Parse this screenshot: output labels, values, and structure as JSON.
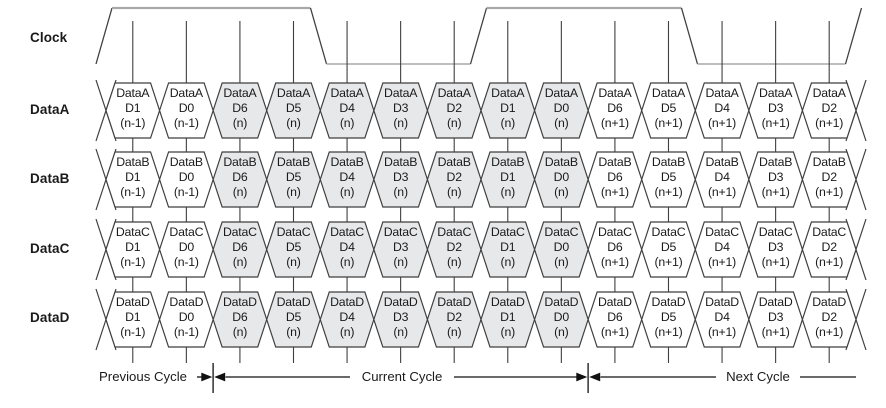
{
  "clock": {
    "label": "Clock"
  },
  "signals": [
    {
      "name": "DataA"
    },
    {
      "name": "DataB"
    },
    {
      "name": "DataC"
    },
    {
      "name": "DataD"
    }
  ],
  "bit_pattern": [
    {
      "bit": "D1",
      "cycle": "(n-1)",
      "highlight": false
    },
    {
      "bit": "D0",
      "cycle": "(n-1)",
      "highlight": false
    },
    {
      "bit": "D6",
      "cycle": "(n)",
      "highlight": true
    },
    {
      "bit": "D5",
      "cycle": "(n)",
      "highlight": true
    },
    {
      "bit": "D4",
      "cycle": "(n)",
      "highlight": true
    },
    {
      "bit": "D3",
      "cycle": "(n)",
      "highlight": true
    },
    {
      "bit": "D2",
      "cycle": "(n)",
      "highlight": true
    },
    {
      "bit": "D1",
      "cycle": "(n)",
      "highlight": true
    },
    {
      "bit": "D0",
      "cycle": "(n)",
      "highlight": true
    },
    {
      "bit": "D6",
      "cycle": "(n+1)",
      "highlight": false
    },
    {
      "bit": "D5",
      "cycle": "(n+1)",
      "highlight": false
    },
    {
      "bit": "D4",
      "cycle": "(n+1)",
      "highlight": false
    },
    {
      "bit": "D3",
      "cycle": "(n+1)",
      "highlight": false
    },
    {
      "bit": "D2",
      "cycle": "(n+1)",
      "highlight": false
    }
  ],
  "cycle_markers": [
    {
      "label": "Previous Cycle"
    },
    {
      "label": "Current Cycle"
    },
    {
      "label": "Next Cycle"
    }
  ],
  "colors": {
    "highlight_fill": "#e7e8e9",
    "plain_fill": "#ffffff",
    "cell_stroke": "#3f3f3f",
    "clock_level_gray": "#a8a8a8",
    "marker_black": "#111111",
    "text": "#1a1a1a"
  }
}
